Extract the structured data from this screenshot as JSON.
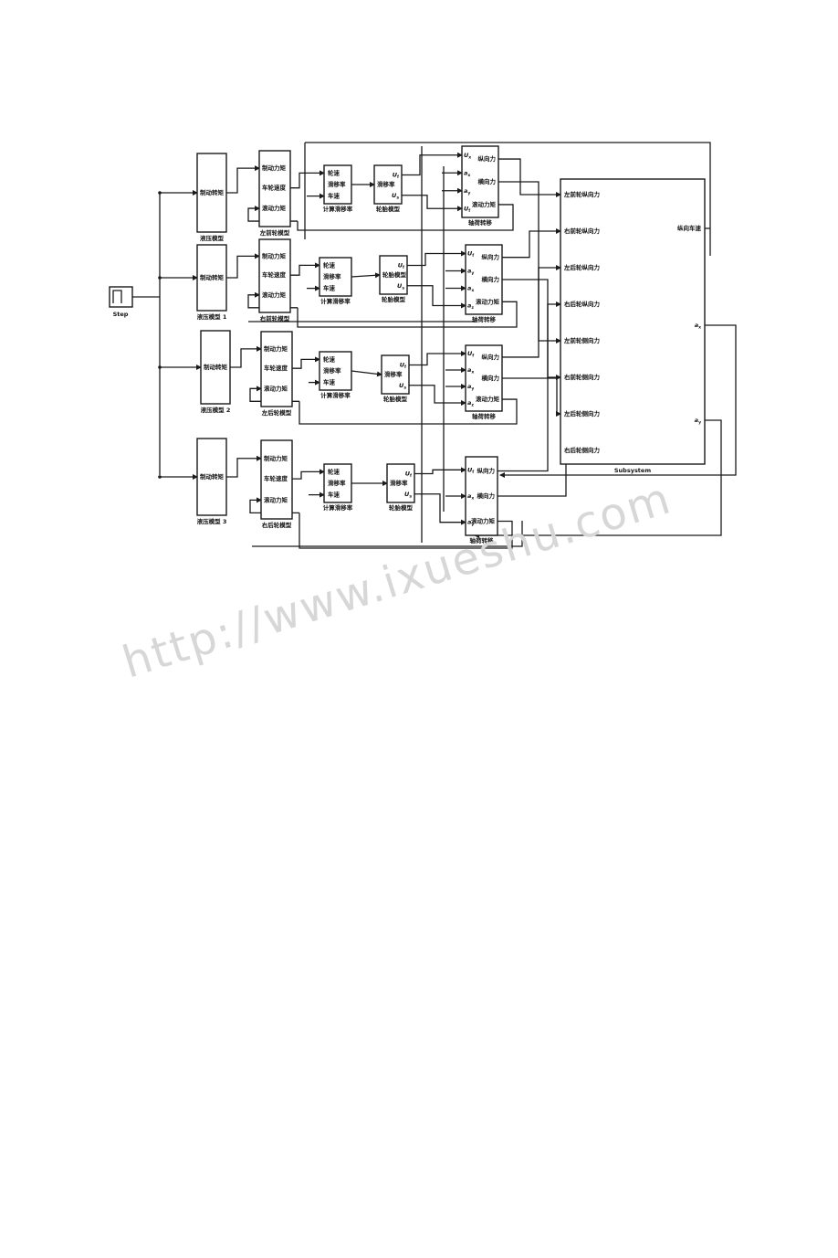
{
  "watermark": "http://www.ixueshu.com",
  "step": {
    "label": "Step"
  },
  "subsystem": {
    "caption": "Subsystem",
    "inputs": [
      "左前轮纵向力",
      "右前轮纵向力",
      "左后轮纵向力",
      "右后轮纵向力",
      "左前轮侧向力",
      "右前轮侧向力",
      "左后轮侧向力",
      "右后轮侧向力"
    ],
    "outputs": [
      "纵向车速",
      "a_x",
      "a_y"
    ]
  },
  "rows": [
    {
      "hydraulic": {
        "inner": "制动转矩",
        "caption": "液压模型"
      },
      "wheel": {
        "ports": [
          "制动力矩",
          "车轮速度",
          "滚动力矩"
        ],
        "caption": "左前轮模型"
      },
      "slip": {
        "ports": [
          "轮速",
          "滑移率",
          "车速"
        ],
        "caption": "计算滑移率"
      },
      "tire": {
        "in": "滑移率",
        "out": [
          "U_f",
          "U_s"
        ],
        "caption": "轮胎模型"
      },
      "load": {
        "in": [
          "U_x",
          "a_x",
          "a_y",
          "U_f"
        ],
        "out": [
          "纵向力",
          "横向力",
          "滚动力矩"
        ],
        "caption": "轴荷转移"
      }
    },
    {
      "hydraulic": {
        "inner": "制动转矩",
        "caption": "液压模型 1"
      },
      "wheel": {
        "ports": [
          "制动力矩",
          "车轮速度",
          "滚动力矩"
        ],
        "caption": "右前轮模型"
      },
      "slip": {
        "ports": [
          "轮速",
          "滑移率",
          "车速"
        ],
        "caption": "计算滑移率"
      },
      "tire": {
        "in": "轮胎模型",
        "out": [
          "U_f",
          "U_s"
        ],
        "caption": "轮胎模型"
      },
      "load": {
        "in": [
          "U_f",
          "a_y",
          "a_x",
          "a_z"
        ],
        "out": [
          "纵向力",
          "横向力",
          "滚动力矩"
        ],
        "caption": "轴荷转移"
      }
    },
    {
      "hydraulic": {
        "inner": "制动转矩",
        "caption": "液压模型 2"
      },
      "wheel": {
        "ports": [
          "制动力矩",
          "车轮速度",
          "滚动力矩"
        ],
        "caption": "左后轮模型"
      },
      "slip": {
        "ports": [
          "轮速",
          "滑移率",
          "车速"
        ],
        "caption": "计算滑移率"
      },
      "tire": {
        "in": "滑移率",
        "out": [
          "U_f",
          "U_s"
        ],
        "caption": "轮胎模型"
      },
      "load": {
        "in": [
          "U_f",
          "a_x",
          "a_y",
          "a_z"
        ],
        "out": [
          "纵向力",
          "横向力",
          "滚动力矩"
        ],
        "caption": "轴荷转移"
      }
    },
    {
      "hydraulic": {
        "inner": "制动转矩",
        "caption": "液压模型 3"
      },
      "wheel": {
        "ports": [
          "制动力矩",
          "车轮速度",
          "滚动力矩"
        ],
        "caption": "右后轮模型"
      },
      "slip": {
        "ports": [
          "轮速",
          "滑移率",
          "车速"
        ],
        "caption": "计算滑移率"
      },
      "tire": {
        "in": "滑移率",
        "out": [
          "U_f",
          "U_s"
        ],
        "caption": "轮胎模型"
      },
      "load": {
        "in": [
          "U_f",
          "a_x",
          "a_y"
        ],
        "out": [
          "纵向力",
          "横向力",
          "滚动力矩"
        ],
        "caption": "轴荷转移"
      }
    }
  ]
}
